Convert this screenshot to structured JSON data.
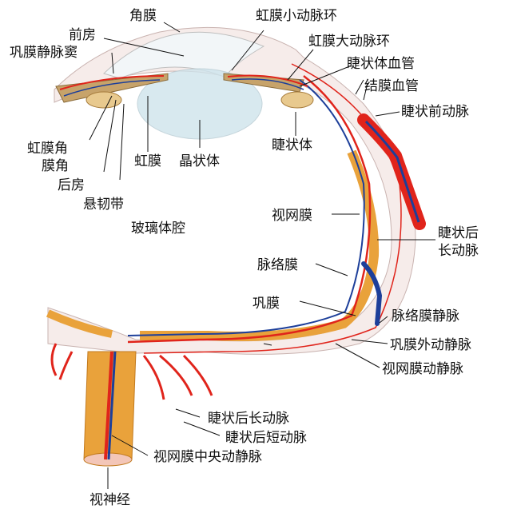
{
  "labels": {
    "cornea": "角膜",
    "anterior_chamber": "前房",
    "scleral_venous_sinus": "巩膜静脉窦",
    "iris_angle": "虹膜角",
    "angle_membrane": "膜角",
    "posterior_chamber": "后房",
    "suspensory_ligament": "悬韧带",
    "iris": "虹膜",
    "lens": "晶状体",
    "vitreous_cavity": "玻璃体腔",
    "minor_arterial_circle_of_iris": "虹膜小动脉环",
    "major_arterial_circle_of_iris": "虹膜大动脉环",
    "ciliary_body_vessels": "睫状体血管",
    "conjunctival_vessels": "结膜血管",
    "anterior_ciliary_artery": "睫状前动脉",
    "ciliary_body": "睫状体",
    "retina": "视网膜",
    "long_posterior_ciliary_artery_line1": "睫状后",
    "long_posterior_ciliary_artery_line2": "长动脉",
    "choroid": "脉络膜",
    "sclera": "巩膜",
    "choroidal_vein": "脉络膜静脉",
    "episcleral_vessels": "巩膜外动静脉",
    "retinal_vessels": "视网膜动静脉",
    "long_posterior_ciliary_artery_bottom": "睫状后长动脉",
    "short_posterior_ciliary_artery": "睫状后短动脉",
    "central_retinal_vessels": "视网膜中央动静脉",
    "optic_nerve": "视神经"
  },
  "colors": {
    "artery": "#e0241b",
    "vein": "#1d3f9a",
    "retina": "#e9a23b",
    "sclera": "#f6ecea",
    "lens": "#cfe4ec",
    "leader": "#111111"
  }
}
